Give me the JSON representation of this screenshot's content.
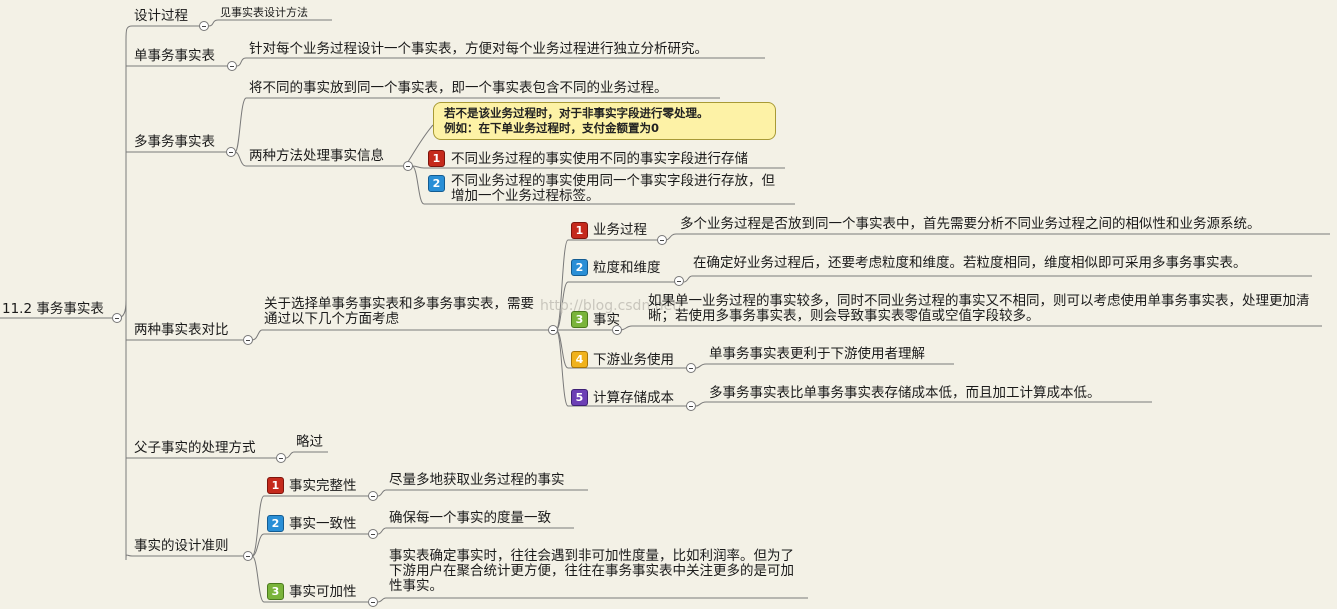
{
  "root": {
    "label": "11.2 事务事实表"
  },
  "design_process": {
    "label": "设计过程",
    "detail": "见事实表设计方法"
  },
  "single_fact": {
    "label": "单事务事实表",
    "detail": "针对每个业务过程设计一个事实表，方便对每个业务过程进行独立分析研究。"
  },
  "multi_fact": {
    "label": "多事务事实表",
    "detail": "将不同的事实放到同一个事实表，即一个事实表包含不同的业务过程。",
    "methods": {
      "label": "两种方法处理事实信息",
      "callout": [
        "若不是该业务过程时，对于非事实字段进行零处理。",
        "例如：在下单业务过程时，支付金额置为0"
      ],
      "items": [
        {
          "num": "1",
          "text": "不同业务过程的事实使用不同的事实字段进行存储"
        },
        {
          "num": "2",
          "text": "不同业务过程的事实使用同一个事实字段进行存放，但增加一个业务过程标签。"
        }
      ]
    }
  },
  "compare": {
    "label": "两种事实表对比",
    "intro": "关于选择单事务事实表和多事务事实表，需要通过以下几个方面考虑",
    "items": [
      {
        "num": "1",
        "label": "业务过程",
        "detail": "多个业务过程是否放到同一个事实表中，首先需要分析不同业务过程之间的相似性和业务源系统。"
      },
      {
        "num": "2",
        "label": "粒度和维度",
        "detail": "在确定好业务过程后，还要考虑粒度和维度。若粒度相同，维度相似即可采用多事务事实表。"
      },
      {
        "num": "3",
        "label": "事实",
        "detail": "如果单一业务过程的事实较多，同时不同业务过程的事实又不相同，则可以考虑使用单事务事实表，处理更加清晰；若使用多事务事实表，则会导致事实表零值或空值字段较多。"
      },
      {
        "num": "4",
        "label": "下游业务使用",
        "detail": "单事务事实表更利于下游使用者理解"
      },
      {
        "num": "5",
        "label": "计算存储成本",
        "detail": "多事务事实表比单事务事实表存储成本低，而且加工计算成本低。"
      }
    ]
  },
  "parent_child": {
    "label": "父子事实的处理方式",
    "detail": "略过"
  },
  "principles": {
    "label": "事实的设计准则",
    "items": [
      {
        "num": "1",
        "label": "事实完整性",
        "detail": "尽量多地获取业务过程的事实"
      },
      {
        "num": "2",
        "label": "事实一致性",
        "detail": "确保每一个事实的度量一致"
      },
      {
        "num": "3",
        "label": "事实可加性",
        "detail": "事实表确定事实时，往往会遇到非可加性度量，比如利润率。但为了下游用户在聚合统计更方便，往往在事务事实表中关注更多的是可加性事实。"
      }
    ]
  },
  "watermark": "http://blog.csdn.net/"
}
